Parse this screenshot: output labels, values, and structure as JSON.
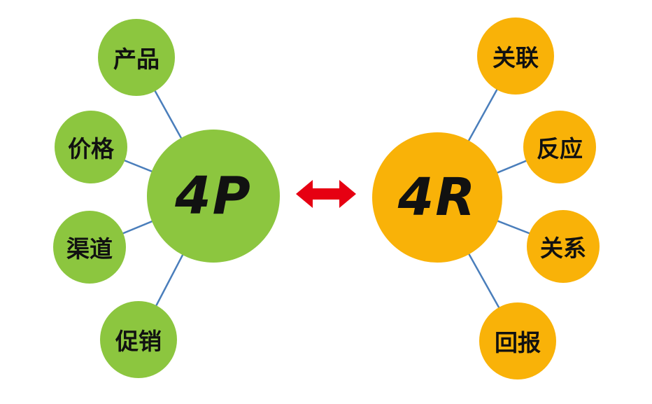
{
  "diagram": {
    "title": "4P vs 4R marketing concept map",
    "background_color": "#FFFFFF",
    "connector_color": "#4A7EBB",
    "arrow_color": "#E60012",
    "left": {
      "center_label": "4P",
      "color": "#8CC63F",
      "satellites": [
        {
          "label": "产品"
        },
        {
          "label": "价格"
        },
        {
          "label": "渠道"
        },
        {
          "label": "促销"
        }
      ]
    },
    "right": {
      "center_label": "4R",
      "color": "#F9B208",
      "satellites": [
        {
          "label": "关联"
        },
        {
          "label": "反应"
        },
        {
          "label": "关系"
        },
        {
          "label": "回报"
        }
      ]
    }
  }
}
